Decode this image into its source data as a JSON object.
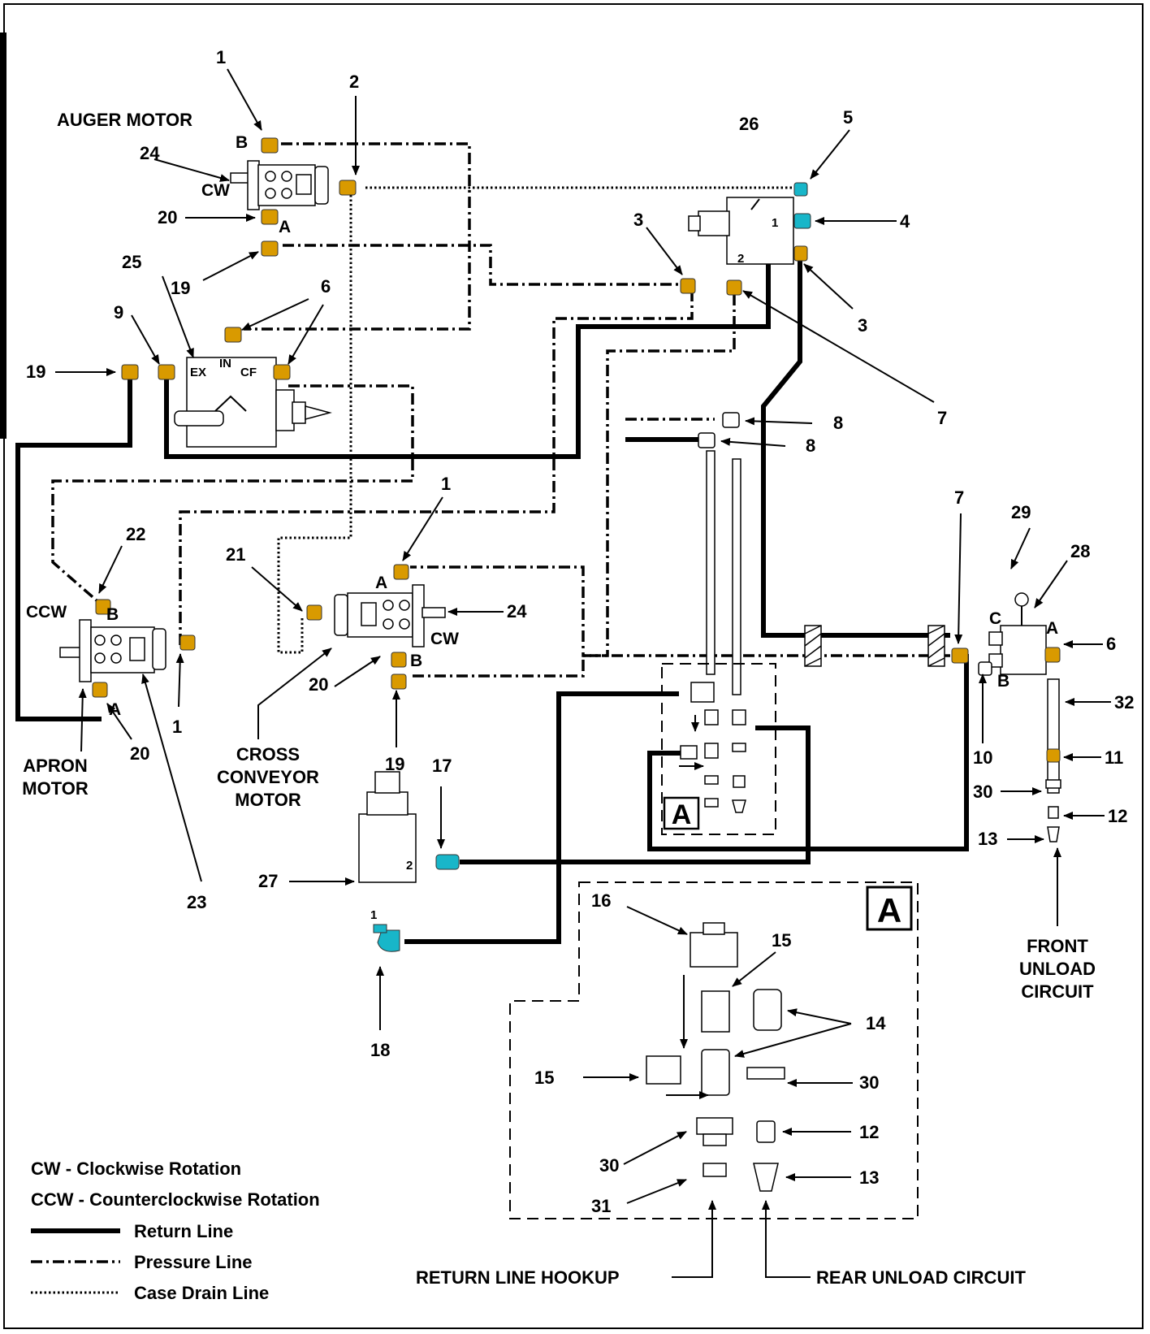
{
  "captions": {
    "auger_motor": "AUGER MOTOR",
    "apron_motor_1": "APRON",
    "apron_motor_2": "MOTOR",
    "cross_1": "CROSS",
    "cross_2": "CONVEYOR",
    "cross_3": "MOTOR",
    "front_1": "FRONT",
    "front_2": "UNLOAD",
    "front_3": "CIRCUIT",
    "return_hookup": "RETURN LINE HOOKUP",
    "rear_unload": "REAR UNLOAD CIRCUIT",
    "detail_a": "A"
  },
  "ports": {
    "a": "A",
    "b": "B",
    "c": "C",
    "cw": "CW",
    "ccw": "CCW",
    "ex": "EX",
    "in": "IN",
    "cf": "CF",
    "one": "1",
    "two": "2"
  },
  "callouts": {
    "n1": "1",
    "n2": "2",
    "n3": "3",
    "n4": "4",
    "n5": "5",
    "n6": "6",
    "n7": "7",
    "n8": "8",
    "n9": "9",
    "n10": "10",
    "n11": "11",
    "n12": "12",
    "n13": "13",
    "n14": "14",
    "n15": "15",
    "n16": "16",
    "n17": "17",
    "n18": "18",
    "n19": "19",
    "n20": "20",
    "n21": "21",
    "n22": "22",
    "n23": "23",
    "n24": "24",
    "n25": "25",
    "n26": "26",
    "n27": "27",
    "n28": "28",
    "n29": "29",
    "n30": "30",
    "n31": "31",
    "n32": "32"
  },
  "legend": {
    "cw": "CW - Clockwise Rotation",
    "ccw": "CCW - Counterclockwise Rotation",
    "return": "Return Line",
    "pressure": "Pressure Line",
    "drain": "Case Drain Line"
  }
}
